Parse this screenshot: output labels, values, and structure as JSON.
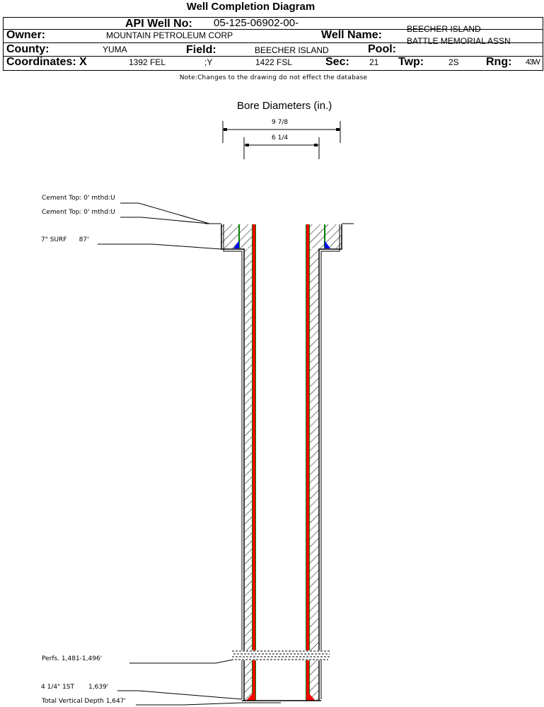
{
  "title": "Well Completion Diagram",
  "header": {
    "api_label": "API Well No:",
    "api_value": "05-125-06902-00-",
    "owner_label": "Owner:",
    "owner_value": "MOUNTAIN PETROLEUM CORP",
    "well_name_label": "Well Name:",
    "well_name_line1": "BEECHER ISLAND",
    "well_name_line2": "BATTLE MEMORIAL ASSN",
    "county_label": "County:",
    "county_value": "YUMA",
    "field_label": "Field:",
    "field_value": "BEECHER ISLAND",
    "pool_label": "Pool:",
    "pool_value": "",
    "coords_label": "Coordinates: X",
    "coords_x_value": "1392 FEL",
    "coords_y_label": ";Y",
    "coords_y_value": "1422 FSL",
    "sec_label": "Sec:",
    "sec_value": "21",
    "twp_label": "Twp:",
    "twp_value": "2S",
    "rng_label": "Rng:",
    "rng_value": "43W"
  },
  "note": "Note:Changes to the drawing do not effect the database",
  "bore": {
    "title": "Bore Diameters (in.)",
    "outer_diameter": "9 7/8",
    "inner_diameter": "6 1/4"
  },
  "annotations": {
    "cement_top_1": "Cement Top: 0' mthd:U",
    "cement_top_2": "Cement Top: 0' mthd:U",
    "surface_casing": "7\" SURF      87'",
    "perfs": "Perfs. 1,481-1,496'",
    "production_casing": "4 1/4\" 1ST       1,639'",
    "total_depth": "Total Vertical Depth 1,647'"
  },
  "colors": {
    "casing_fill": "#ff0000",
    "casing_edge": "#008000",
    "cement": "#0000ff",
    "line": "#000000"
  }
}
